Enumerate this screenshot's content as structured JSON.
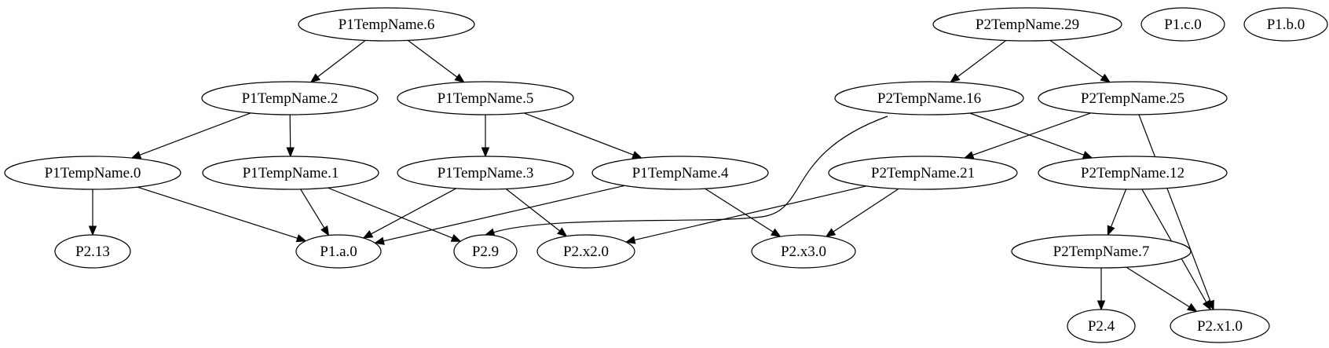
{
  "diagram": {
    "nodes": [
      {
        "id": "P1TempName.6",
        "label": "P1TempName.6"
      },
      {
        "id": "P1TempName.2",
        "label": "P1TempName.2"
      },
      {
        "id": "P1TempName.5",
        "label": "P1TempName.5"
      },
      {
        "id": "P1TempName.0",
        "label": "P1TempName.0"
      },
      {
        "id": "P1TempName.1",
        "label": "P1TempName.1"
      },
      {
        "id": "P1TempName.3",
        "label": "P1TempName.3"
      },
      {
        "id": "P1TempName.4",
        "label": "P1TempName.4"
      },
      {
        "id": "P2.13",
        "label": "P2.13"
      },
      {
        "id": "P1.a.0",
        "label": "P1.a.0"
      },
      {
        "id": "P2.9",
        "label": "P2.9"
      },
      {
        "id": "P2.x2.0",
        "label": "P2.x2.0"
      },
      {
        "id": "P2.x3.0",
        "label": "P2.x3.0"
      },
      {
        "id": "P2TempName.29",
        "label": "P2TempName.29"
      },
      {
        "id": "P1.c.0",
        "label": "P1.c.0"
      },
      {
        "id": "P1.b.0",
        "label": "P1.b.0"
      },
      {
        "id": "P2TempName.16",
        "label": "P2TempName.16"
      },
      {
        "id": "P2TempName.25",
        "label": "P2TempName.25"
      },
      {
        "id": "P2TempName.21",
        "label": "P2TempName.21"
      },
      {
        "id": "P2TempName.12",
        "label": "P2TempName.12"
      },
      {
        "id": "P2TempName.7",
        "label": "P2TempName.7"
      },
      {
        "id": "P2.4",
        "label": "P2.4"
      },
      {
        "id": "P2.x1.0",
        "label": "P2.x1.0"
      }
    ],
    "edges": [
      {
        "from": "P1TempName.6",
        "to": "P1TempName.2"
      },
      {
        "from": "P1TempName.6",
        "to": "P1TempName.5"
      },
      {
        "from": "P1TempName.2",
        "to": "P1TempName.0"
      },
      {
        "from": "P1TempName.2",
        "to": "P1TempName.1"
      },
      {
        "from": "P1TempName.5",
        "to": "P1TempName.3"
      },
      {
        "from": "P1TempName.5",
        "to": "P1TempName.4"
      },
      {
        "from": "P1TempName.0",
        "to": "P2.13"
      },
      {
        "from": "P1TempName.0",
        "to": "P1.a.0"
      },
      {
        "from": "P1TempName.1",
        "to": "P1.a.0"
      },
      {
        "from": "P1TempName.1",
        "to": "P2.9"
      },
      {
        "from": "P1TempName.3",
        "to": "P1.a.0"
      },
      {
        "from": "P1TempName.3",
        "to": "P2.x2.0"
      },
      {
        "from": "P1TempName.4",
        "to": "P1.a.0"
      },
      {
        "from": "P1TempName.4",
        "to": "P2.x3.0"
      },
      {
        "from": "P2TempName.29",
        "to": "P2TempName.16"
      },
      {
        "from": "P2TempName.29",
        "to": "P2TempName.25"
      },
      {
        "from": "P2TempName.16",
        "to": "P2.9"
      },
      {
        "from": "P2TempName.16",
        "to": "P2TempName.12"
      },
      {
        "from": "P2TempName.25",
        "to": "P2TempName.21"
      },
      {
        "from": "P2TempName.25",
        "to": "P2.x1.0"
      },
      {
        "from": "P2TempName.21",
        "to": "P2.x2.0"
      },
      {
        "from": "P2TempName.21",
        "to": "P2.x3.0"
      },
      {
        "from": "P2TempName.12",
        "to": "P2TempName.7"
      },
      {
        "from": "P2TempName.12",
        "to": "P2.x1.0"
      },
      {
        "from": "P2TempName.7",
        "to": "P2.4"
      },
      {
        "from": "P2TempName.7",
        "to": "P2.x1.0"
      }
    ]
  }
}
